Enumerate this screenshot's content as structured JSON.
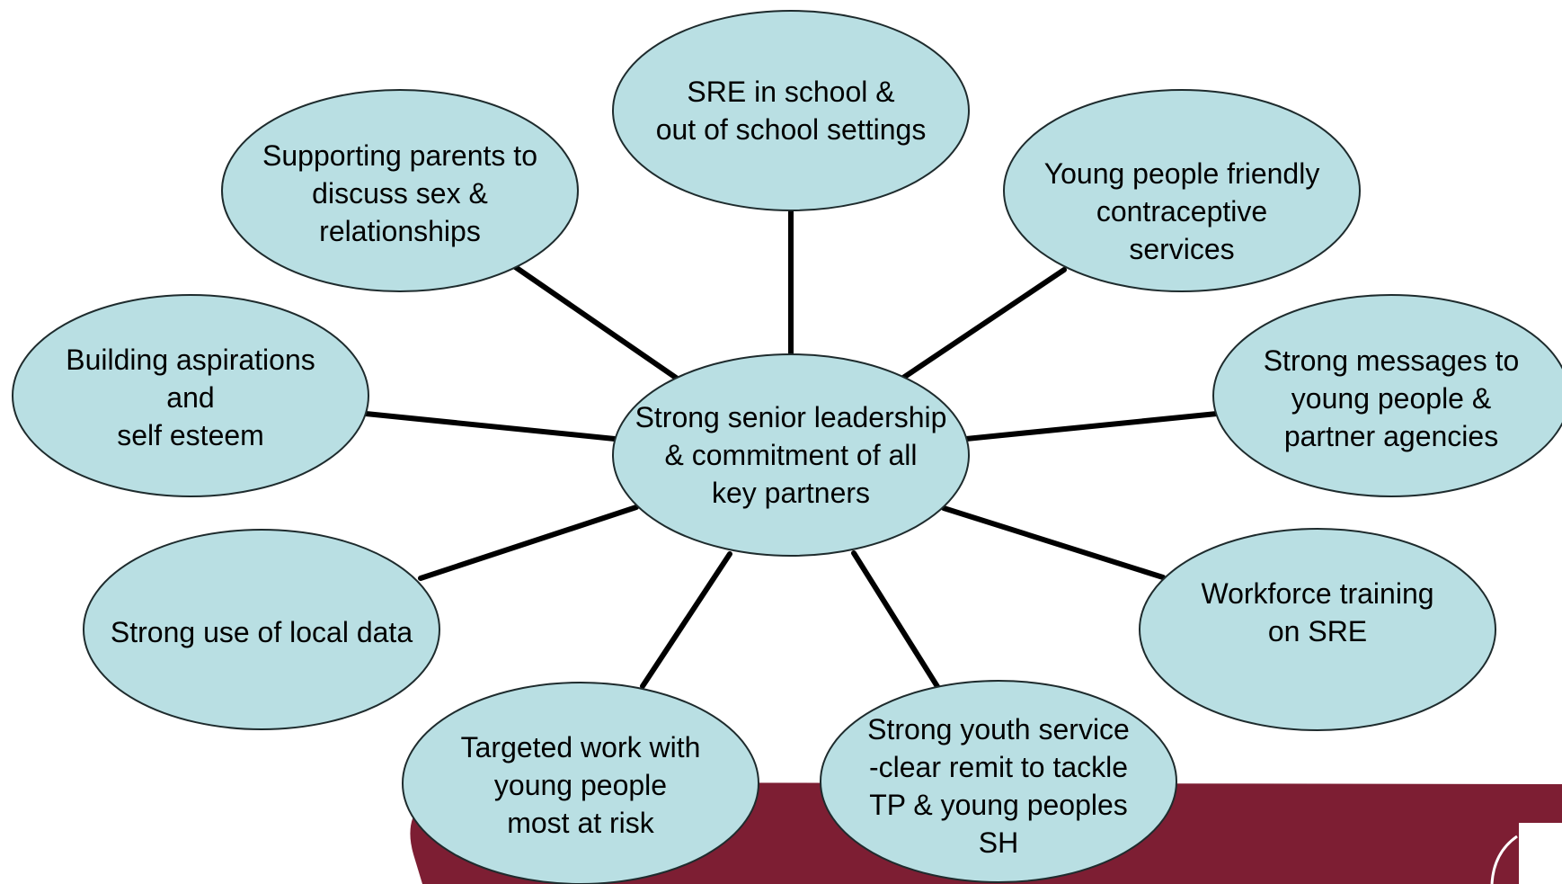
{
  "colors": {
    "bubble_fill": "#b9dfe3",
    "bubble_stroke": "#1e2b2d",
    "connector": "#000000",
    "banner": "#7d1e33"
  },
  "hub": {
    "text": "Strong senior leadership\n& commitment of all\nkey partners"
  },
  "nodes": [
    {
      "id": "sre-school",
      "text": "SRE in school &\nout of school settings"
    },
    {
      "id": "young-people-friendly",
      "text": "Young people friendly\ncontraceptive\nservices"
    },
    {
      "id": "strong-messages",
      "text": "Strong messages to\nyoung people &\npartner agencies"
    },
    {
      "id": "workforce-training",
      "text": "Workforce training\non SRE"
    },
    {
      "id": "youth-service",
      "text": "Strong youth service\n-clear remit to tackle\nTP & young peoples\nSH"
    },
    {
      "id": "targeted-work",
      "text": "Targeted work with\nyoung people\nmost at risk"
    },
    {
      "id": "local-data",
      "text": "Strong use of local data"
    },
    {
      "id": "aspirations",
      "text": "Building aspirations\nand\nself esteem"
    },
    {
      "id": "supporting-parents",
      "text": "Supporting parents to\ndiscuss sex &\nrelationships"
    }
  ]
}
